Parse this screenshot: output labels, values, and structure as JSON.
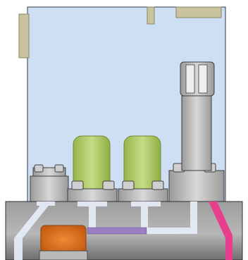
{
  "colors": {
    "panel": "#cfdff3",
    "panel_stroke": "#2f3744",
    "base_body": "#a9a9a9",
    "base_shadow": "#5e5e5e",
    "tan_tab": "#c9c3a0",
    "tan_tab_stroke": "#8a8466",
    "coil_green": "#a6c45a",
    "coil_green_light": "#c7dc8b",
    "component_grey": "#c9c9c9",
    "component_grey_dark": "#8b8b8b",
    "channel_light": "#e6eef8",
    "channel_purple": "#9a7fc2",
    "channel_pink": "#e83f8d",
    "orange_block": "#e7761f",
    "orange_block_dark": "#b4520c"
  },
  "components": {
    "panel": "background-panel",
    "base": "manifold-base",
    "tabs": [
      "tab-left-vertical",
      "tab-top-small",
      "tab-top-right"
    ],
    "blocks": [
      "block-left",
      "coil-left",
      "coil-right",
      "actuator-tower"
    ],
    "channels": [
      "channel-left-diagonal",
      "channel-center-t",
      "channel-right-t",
      "channel-bottom-purple",
      "channel-right-return",
      "channel-pink"
    ],
    "orange": "orange-block"
  }
}
